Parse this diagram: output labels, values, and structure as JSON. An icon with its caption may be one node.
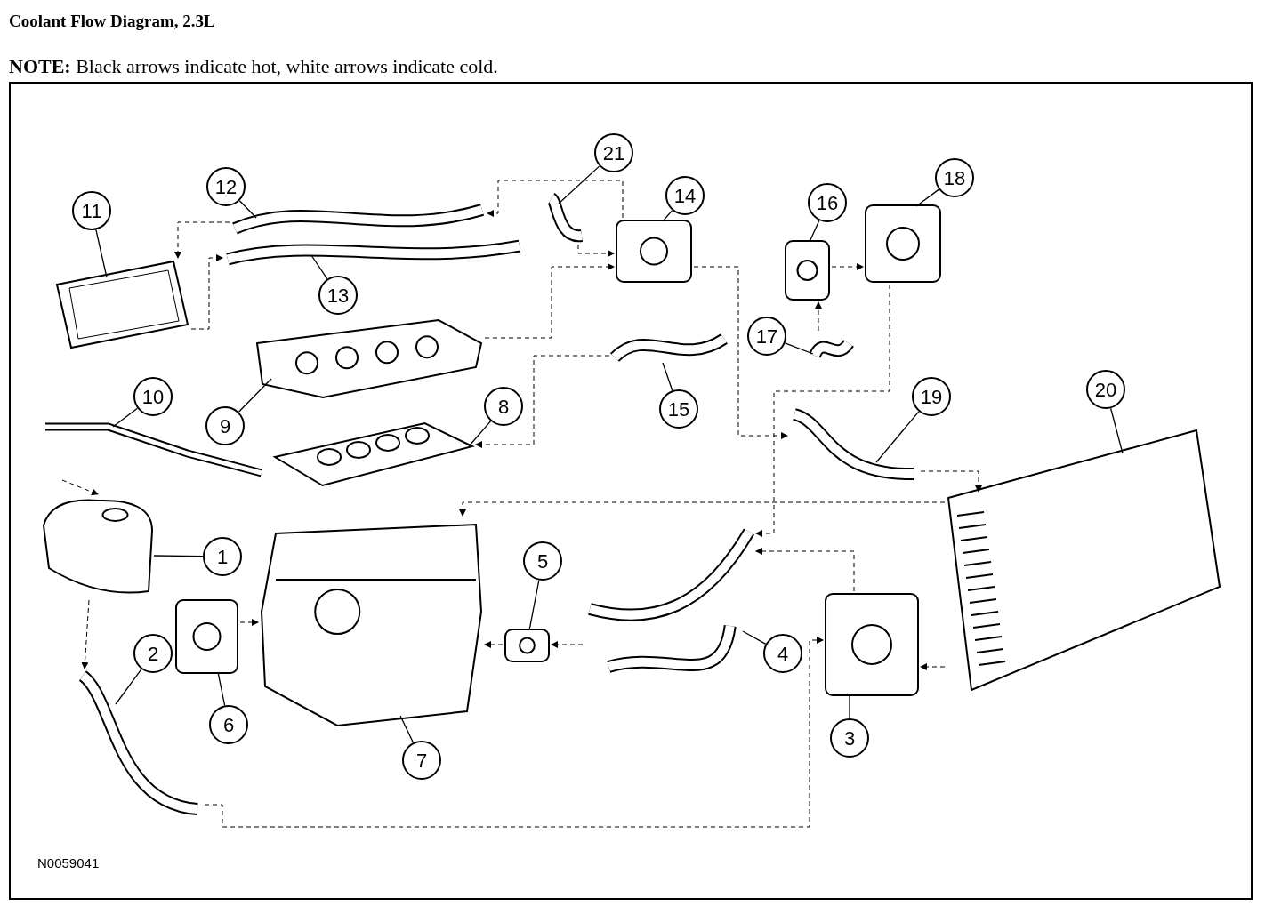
{
  "diagram": {
    "title": "Coolant Flow Diagram, 2.3L",
    "nodes": [
      {
        "text": [
          "1"
        ]
      },
      {
        "text": [
          "2"
        ]
      },
      {
        "text": [
          "3"
        ]
      },
      {
        "text": [
          "4"
        ]
      },
      {
        "text": [
          "5"
        ]
      },
      {
        "text": [
          "6"
        ]
      },
      {
        "text": [
          "7"
        ]
      },
      {
        "text": [
          "8"
        ]
      },
      {
        "text": [
          "9"
        ]
      },
      {
        "text": [
          "10"
        ]
      },
      {
        "text": [
          "11"
        ]
      },
      {
        "text": [
          "12"
        ]
      },
      {
        "text": [
          "13"
        ]
      },
      {
        "text": [
          "14"
        ]
      },
      {
        "text": [
          "15"
        ]
      },
      {
        "text": [
          "16"
        ]
      },
      {
        "text": [
          "17"
        ]
      },
      {
        "text": [
          "18"
        ]
      },
      {
        "text": [
          "19"
        ]
      },
      {
        "text": [
          "20"
        ]
      },
      {
        "text": [
          "21"
        ]
      },
      {
        "text": [],
        "shape": "picture"
      },
      {
        "text": [],
        "shape": "picture"
      },
      {
        "text": [],
        "shape": "picture"
      },
      {
        "text": [],
        "shape": "picture"
      },
      {
        "text": [],
        "shape": "picture"
      },
      {
        "text": [],
        "shape": "picture"
      },
      {
        "text": [],
        "shape": "picture"
      },
      {
        "text": [],
        "shape": "picture"
      },
      {
        "text": [],
        "shape": "picture"
      },
      {
        "text": [],
        "shape": "picture"
      },
      {
        "text": [],
        "shape": "picture"
      },
      {
        "text": [],
        "shape": "picture"
      },
      {
        "text": [],
        "shape": "picture"
      },
      {
        "text": [],
        "shape": "picture"
      },
      {
        "text": [],
        "shape": "picture"
      },
      {
        "text": [],
        "shape": "picture"
      },
      {
        "text": [],
        "shape": "picture"
      },
      {
        "text": [],
        "shape": "picture"
      },
      {
        "text": [],
        "shape": "picture"
      },
      {
        "text": [],
        "shape": "picture"
      },
      {
        "text": [],
        "shape": "picture"
      }
    ],
    "edges": [
      {
        "from": 0,
        "to": 21,
        "arrow": "none"
      },
      {
        "from": 1,
        "to": 22,
        "arrow": "none"
      },
      {
        "from": 2,
        "to": 23,
        "arrow": "none"
      },
      {
        "from": 3,
        "to": 24,
        "arrow": "none"
      },
      {
        "from": 4,
        "to": 25,
        "arrow": "none"
      },
      {
        "from": 5,
        "to": 26,
        "arrow": "none"
      },
      {
        "from": 6,
        "to": 27,
        "arrow": "none"
      },
      {
        "from": 7,
        "to": 28,
        "arrow": "none"
      },
      {
        "from": 8,
        "to": 29,
        "arrow": "none"
      },
      {
        "from": 9,
        "to": 30,
        "arrow": "none"
      },
      {
        "from": 10,
        "to": 31,
        "arrow": "none"
      },
      {
        "from": 11,
        "to": 32,
        "arrow": "none"
      },
      {
        "from": 12,
        "to": 33,
        "arrow": "none"
      },
      {
        "from": 13,
        "to": 34,
        "arrow": "none"
      },
      {
        "from": 14,
        "to": 35,
        "arrow": "none"
      },
      {
        "from": 15,
        "to": 36,
        "arrow": "none"
      },
      {
        "from": 16,
        "to": 37,
        "arrow": "none"
      },
      {
        "from": 17,
        "to": 38,
        "arrow": "none"
      },
      {
        "from": 18,
        "to": 39,
        "arrow": "none"
      },
      {
        "from": 19,
        "to": 40,
        "arrow": "none"
      },
      {
        "from": 20,
        "to": 41,
        "arrow": "none"
      },
      {
        "from": 30,
        "to": 21,
        "arrow": "to",
        "style": "dashed"
      },
      {
        "from": 21,
        "to": 22,
        "arrow": "to",
        "style": "dashed"
      },
      {
        "from": 22,
        "to": 23,
        "arrow": "to",
        "style": "dashed"
      },
      {
        "from": 40,
        "to": 23,
        "arrow": "to",
        "style": "dashed"
      },
      {
        "from": 23,
        "to": 24,
        "arrow": "to",
        "style": "dashed"
      },
      {
        "from": 24,
        "to": 25,
        "arrow": "to",
        "style": "dashed"
      },
      {
        "from": 25,
        "to": 27,
        "arrow": "to",
        "style": "dashed"
      },
      {
        "from": 26,
        "to": 27,
        "arrow": "to",
        "style": "dashed"
      },
      {
        "from": 29,
        "to": 34,
        "arrow": "to",
        "style": "dashed"
      },
      {
        "from": 34,
        "to": 32,
        "arrow": "to",
        "style": "dashed"
      },
      {
        "from": 32,
        "to": 31,
        "arrow": "to",
        "style": "dashed"
      },
      {
        "from": 31,
        "to": 33,
        "arrow": "to",
        "style": "dashed"
      },
      {
        "from": 41,
        "to": 34,
        "arrow": "to",
        "style": "dashed"
      },
      {
        "from": 34,
        "to": 39,
        "arrow": "to",
        "style": "dashed"
      },
      {
        "from": 35,
        "to": 28,
        "arrow": "to",
        "style": "dashed"
      },
      {
        "from": 37,
        "to": 36,
        "arrow": "to",
        "style": "dashed"
      },
      {
        "from": 36,
        "to": 38,
        "arrow": "to",
        "style": "dashed"
      },
      {
        "from": 38,
        "to": 24,
        "arrow": "to",
        "style": "dashed"
      },
      {
        "from": 39,
        "to": 40,
        "arrow": "to",
        "style": "dashed"
      },
      {
        "from": 40,
        "to": 27,
        "arrow": "to",
        "style": "dashed"
      }
    ],
    "labels": [
      "**NOTE:** Black arrows indicate hot, white arrows indicate cold.",
      "N0059041"
    ]
  }
}
